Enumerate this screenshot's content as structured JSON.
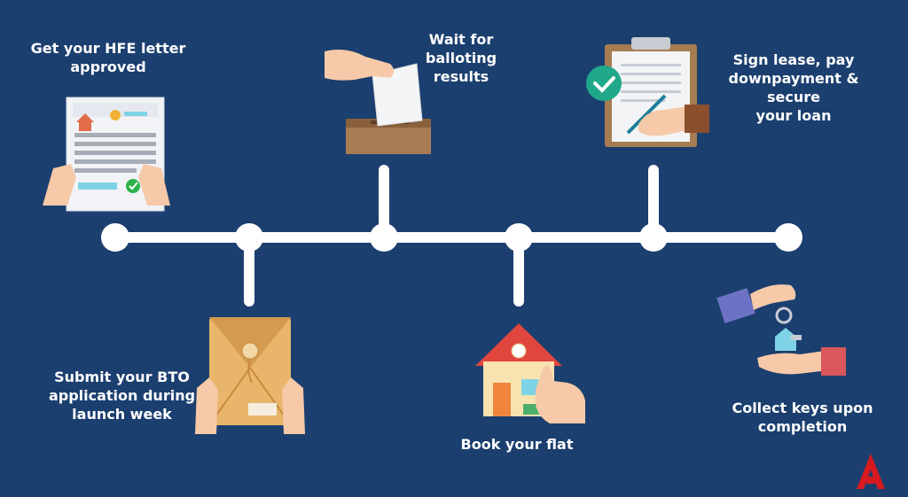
{
  "steps": [
    {
      "label": "Get your HFE letter\napproved"
    },
    {
      "label": "Submit your BTO\napplication during\nlaunch week"
    },
    {
      "label": "Wait for\nballoting\nresults"
    },
    {
      "label": "Book your flat"
    },
    {
      "label": "Sign lease, pay\ndownpayment & secure\nyour loan"
    },
    {
      "label": "Collect keys upon\ncompletion"
    }
  ],
  "colors": {
    "background": "#1b3f6f",
    "timeline": "#ffffff",
    "accent_green": "#1fa88a",
    "logo_red": "#d71920",
    "skin": "#f6c9a8",
    "envelope": "#e8b56a",
    "box": "#a87b52"
  },
  "icons": [
    "document-icon",
    "envelope-icon",
    "ballot-box-icon",
    "house-icon",
    "clipboard-icon",
    "keys-icon",
    "brand-logo-icon"
  ]
}
